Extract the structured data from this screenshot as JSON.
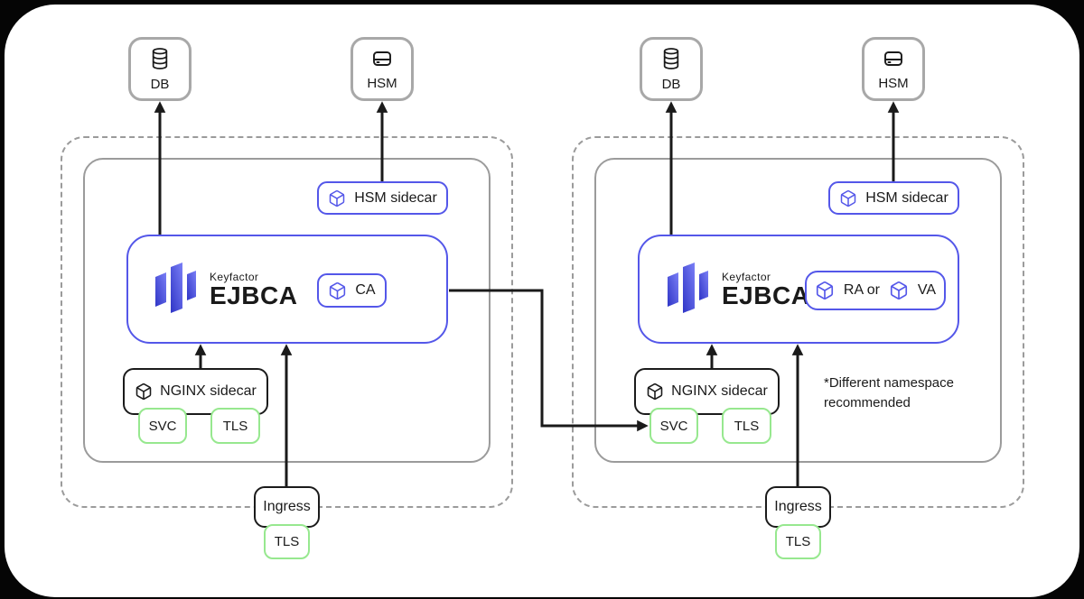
{
  "colors": {
    "indigo": "#5457e9",
    "green": "#97e88f",
    "gray": "#9b9b9b",
    "ink": "#1a1a1a"
  },
  "external": {
    "left": {
      "db": "DB",
      "hsm": "HSM"
    },
    "right": {
      "db": "DB",
      "hsm": "HSM"
    }
  },
  "clusters": {
    "left": {
      "hsm_sidecar": "HSM sidecar",
      "brand": "Keyfactor",
      "product": "EJBCA",
      "role": {
        "ca": "CA"
      },
      "nginx_sidecar": "NGINX sidecar",
      "svc": "SVC",
      "tls": "TLS",
      "ingress": "Ingress",
      "ingress_tls": "TLS"
    },
    "right": {
      "hsm_sidecar": "HSM sidecar",
      "brand": "Keyfactor",
      "product": "EJBCA",
      "role": {
        "ra": "RA or",
        "va": "VA"
      },
      "nginx_sidecar": "NGINX sidecar",
      "svc": "SVC",
      "tls": "TLS",
      "ingress": "Ingress",
      "ingress_tls": "TLS",
      "note": "*Different namespace recommended"
    }
  }
}
